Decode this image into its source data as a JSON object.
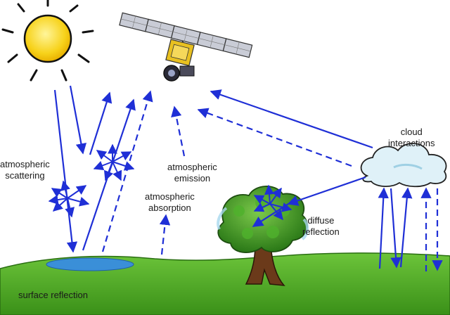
{
  "diagram": {
    "labels": {
      "atmospheric_scattering": [
        "atmospheric",
        "scattering"
      ],
      "atmospheric_emission": [
        "atmospheric",
        "emission"
      ],
      "atmospheric_absorption": [
        "atmospheric",
        "absorption"
      ],
      "cloud_interactions": [
        "cloud",
        "interactions"
      ],
      "diffuse_reflection": [
        "diffuse",
        "reflection"
      ],
      "surface_reflection": "surface reflection"
    },
    "icons": [
      "sun-icon",
      "satellite-icon",
      "cloud-icon",
      "tree-icon",
      "water-pond",
      "ground-surface"
    ],
    "colors": {
      "arrow": "#1f2fd6",
      "ground": "#3f9a1e",
      "ground_light": "#6cc43a",
      "water": "#3a8fd8",
      "sun": "#f7d21a",
      "cloud": "#dff1f8",
      "tree": "#3d9a24",
      "trunk": "#6b3a1a"
    }
  }
}
